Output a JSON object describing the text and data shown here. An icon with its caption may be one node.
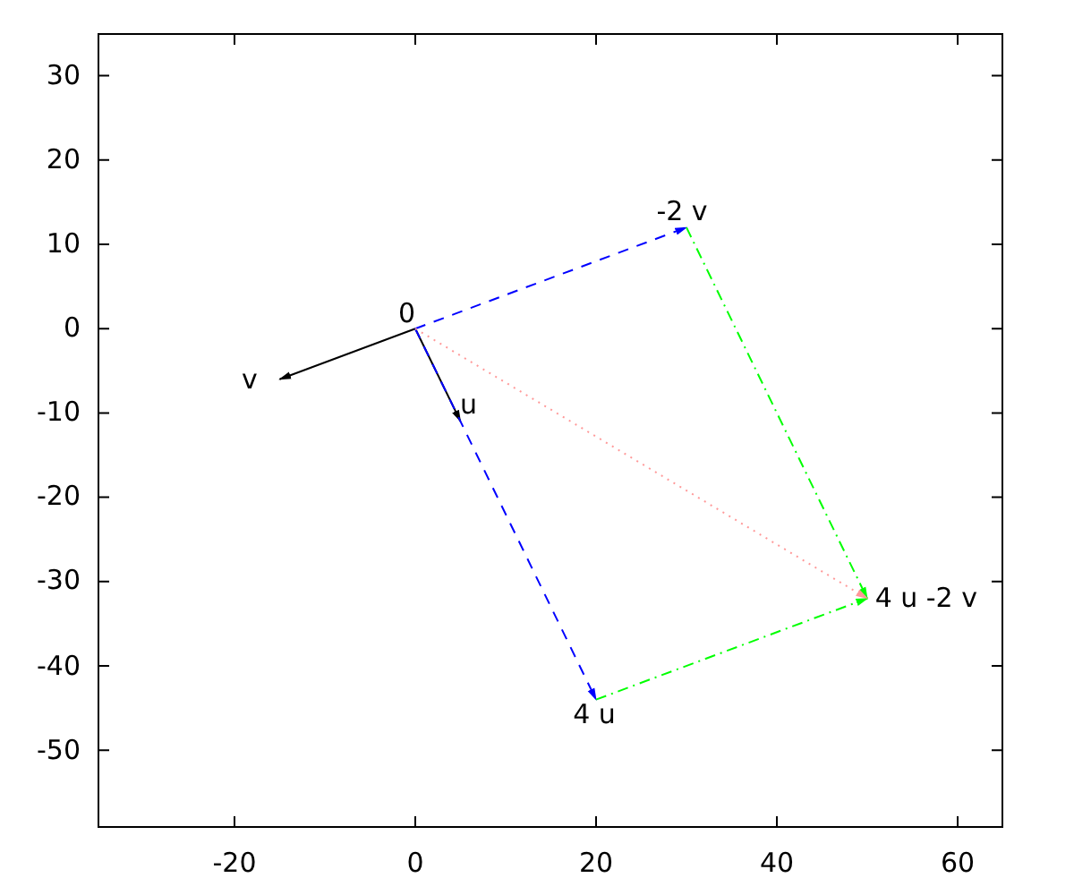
{
  "diagram": {
    "nodes": [
      {
        "text": [
          "0"
        ]
      },
      {
        "text": [
          "v"
        ]
      },
      {
        "text": [
          "u"
        ]
      },
      {
        "text": [
          "-2 v"
        ]
      },
      {
        "text": [
          "4 u"
        ]
      },
      {
        "text": [
          "4 u -2 v"
        ]
      }
    ],
    "edges": [
      {
        "from": 0,
        "to": 1,
        "arrow": "to"
      },
      {
        "from": 0,
        "to": 2,
        "arrow": "to"
      },
      {
        "from": 0,
        "to": 3,
        "arrow": "to",
        "style": "dashed",
        "color": "#0000ff"
      },
      {
        "from": 0,
        "to": 4,
        "arrow": "to",
        "style": "dashed",
        "color": "#0000ff"
      },
      {
        "from": 3,
        "to": 5,
        "arrow": "to",
        "style": "dashed",
        "color": "#00ff00"
      },
      {
        "from": 4,
        "to": 5,
        "arrow": "to",
        "style": "dashed",
        "color": "#00ff00"
      },
      {
        "from": 0,
        "to": 5,
        "arrow": "to",
        "style": "dashed",
        "color": "#ff9999"
      }
    ],
    "labels": [
      "30",
      "20",
      "10",
      "0",
      "-10",
      "-20",
      "-30",
      "-40",
      "-50",
      "-20",
      "0",
      "20",
      "40",
      "60"
    ]
  }
}
